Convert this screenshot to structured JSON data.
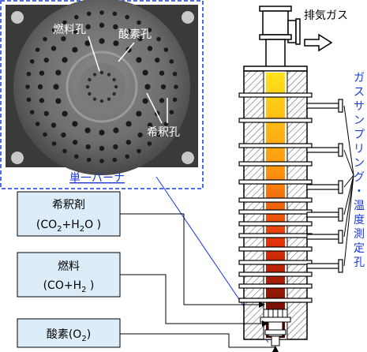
{
  "photo": {
    "caption": "単一バーナ",
    "labels": {
      "fuel_hole": "燃料孔",
      "oxygen_hole": "酸素孔",
      "dilution_hole": "希釈孔"
    }
  },
  "reactor": {
    "exhaust_label": "排気ガス",
    "side_label": "ガスサンプリング・温度測定孔"
  },
  "inputs": [
    {
      "name": "希釈剤",
      "formula_parts": [
        "(CO",
        "2",
        "+H",
        "2",
        "O )"
      ]
    },
    {
      "name": "燃料",
      "formula_parts": [
        "(CO+H",
        "2",
        " )"
      ]
    },
    {
      "name": "酸素(O",
      "name_sub": "2",
      "name_end": ")"
    }
  ],
  "colors": {
    "input_box_fill": "#dcecf8",
    "caption_blue": "#1a3ad6",
    "dash_border": "#1a3ad6",
    "flame_top": "#ffd21a",
    "flame_bottom": "#5a0000"
  }
}
